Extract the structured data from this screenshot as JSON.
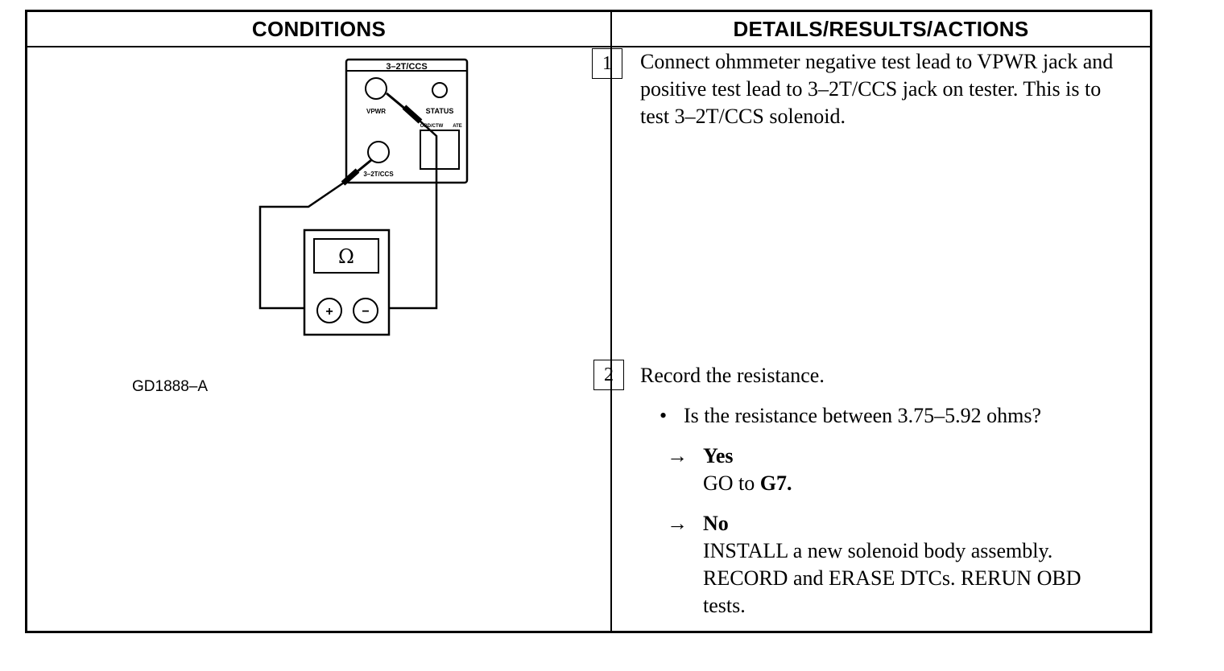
{
  "table": {
    "header_left": "CONDITIONS",
    "header_right": "DETAILS/RESULTS/ACTIONS"
  },
  "figure": {
    "tester_title": "3–2T/CCS",
    "jack_vpwr": "VPWR",
    "jack_status": "STATUS",
    "jack_ccs": "3–2T/CCS",
    "port_left": "OBD/CTW",
    "port_right": "ATE",
    "meter_symbol": "Ω",
    "meter_plus": "+",
    "meter_minus": "−",
    "figure_id": "GD1888–A"
  },
  "steps": [
    {
      "number": "1",
      "text": "Connect ohmmeter negative test lead to VPWR jack and positive test lead to 3–2T/CCS jack on tester.  This is to test 3–2T/CCS solenoid."
    },
    {
      "number": "2",
      "text": "Record the resistance.",
      "question": "Is the resistance between 3.75–5.92 ohms?",
      "yes": {
        "arrow": "→",
        "label": "Yes",
        "action_prefix": "GO to ",
        "action_target": "G7."
      },
      "no": {
        "arrow": "→",
        "label": "No",
        "action": "INSTALL a new solenoid body assembly. RECORD and ERASE DTCs. RERUN OBD tests."
      }
    }
  ]
}
